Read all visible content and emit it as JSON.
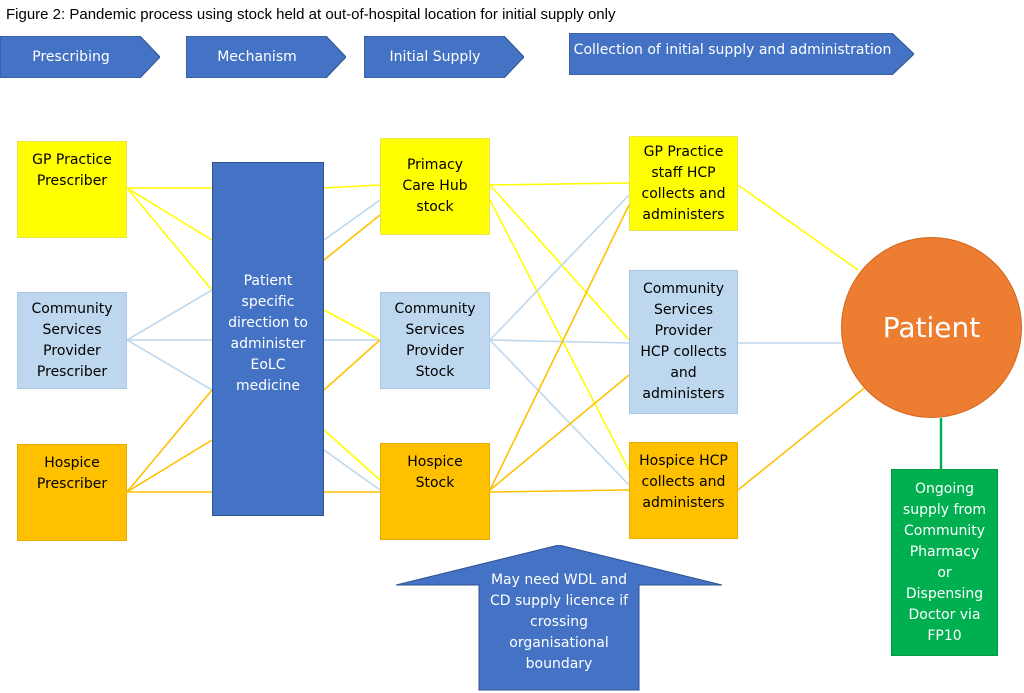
{
  "figure_title": "Figure 2: Pandemic process using stock held at out-of-hospital location for initial supply only",
  "headers": [
    "Prescribing",
    "Mechanism",
    "Initial Supply",
    "Collection of initial supply and administration"
  ],
  "prescribers": {
    "gp": "GP Practice\nPrescriber",
    "community": "Community\nServices\nProvider\nPrescriber",
    "hospice": "Hospice\nPrescriber"
  },
  "mechanism": "Patient\nspecific\ndirection to\nadminister\nEoLC\nmedicine",
  "stock": {
    "primary": "Primacy\nCare Hub\nstock",
    "community": "Community\nServices\nProvider\nStock",
    "hospice": "Hospice\nStock"
  },
  "collectors": {
    "gp": "GP Practice\nstaff HCP\ncollects and\nadministers",
    "community": "Community\nServices\nProvider\nHCP collects\nand\nadministers",
    "hospice": "Hospice HCP\ncollects and\nadministers"
  },
  "patient_label": "Patient",
  "ongoing_supply": "Ongoing\nsupply from\nCommunity\nPharmacy\nor\nDispensing\nDoctor via\nFP10",
  "licence_note": "May need WDL and\nCD supply licence if\ncrossing\norganisational\nboundary",
  "colors": {
    "yellow": "#ffff00",
    "light_blue": "#bdd7ee",
    "orange": "#ffc000",
    "dark_blue": "#4472c4",
    "green": "#00b050",
    "patient": "#ed7d31"
  }
}
